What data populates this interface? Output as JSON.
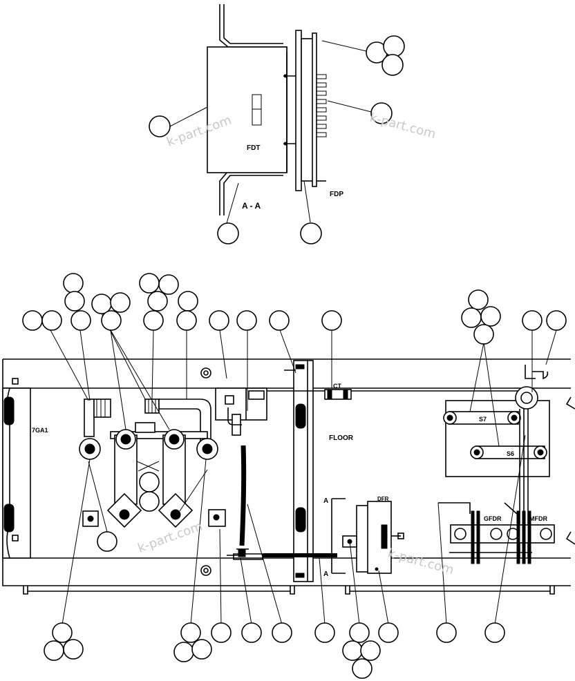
{
  "labels": {
    "fdt": "FDT",
    "fdp": "FDP",
    "section": "A - A",
    "ga": "7GA1",
    "floor": "FLOOR",
    "ct": "CT",
    "s7": "S7",
    "s6": "S6",
    "dfr": "DFR",
    "gfdr": "GFDR",
    "mfdr": "MFDR",
    "section_mark_top": "A",
    "section_mark_bottom": "A"
  },
  "watermark": "k-part.com",
  "callout_balloons": "empty (no numbers printed)"
}
